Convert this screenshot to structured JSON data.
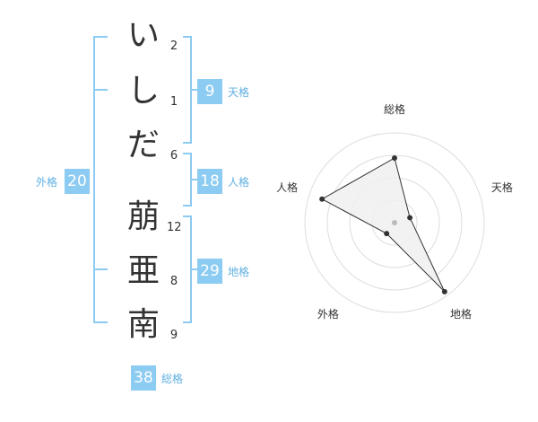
{
  "name": {
    "characters": [
      {
        "char": "い",
        "strokes": "2"
      },
      {
        "char": "し",
        "strokes": "1"
      },
      {
        "char": "だ",
        "strokes": "6"
      },
      {
        "char": "萠",
        "strokes": "12"
      },
      {
        "char": "亜",
        "strokes": "8"
      },
      {
        "char": "南",
        "strokes": "9"
      }
    ]
  },
  "fortune": {
    "tenkaku": {
      "value": "9",
      "label": "天格"
    },
    "jinkaku": {
      "value": "18",
      "label": "人格"
    },
    "chikaku": {
      "value": "29",
      "label": "地格"
    },
    "gaikaku": {
      "value": "20",
      "label": "外格"
    },
    "soukaku": {
      "value": "38",
      "label": "総格"
    }
  },
  "chart_data": {
    "type": "radar",
    "axes": [
      "総格",
      "天格",
      "地格",
      "外格",
      "人格"
    ],
    "values": [
      38,
      9,
      29,
      20,
      18
    ],
    "scale_fraction": [
      0.72,
      0.18,
      0.95,
      0.15,
      0.85
    ],
    "rings": 4,
    "colors": {
      "fill": "#f0f0f0",
      "stroke": "#333333",
      "ring": "#dddddd",
      "center": "#bbbbbb"
    }
  },
  "colors": {
    "accent": "#8ccbf2",
    "label": "#5fb0e0"
  }
}
